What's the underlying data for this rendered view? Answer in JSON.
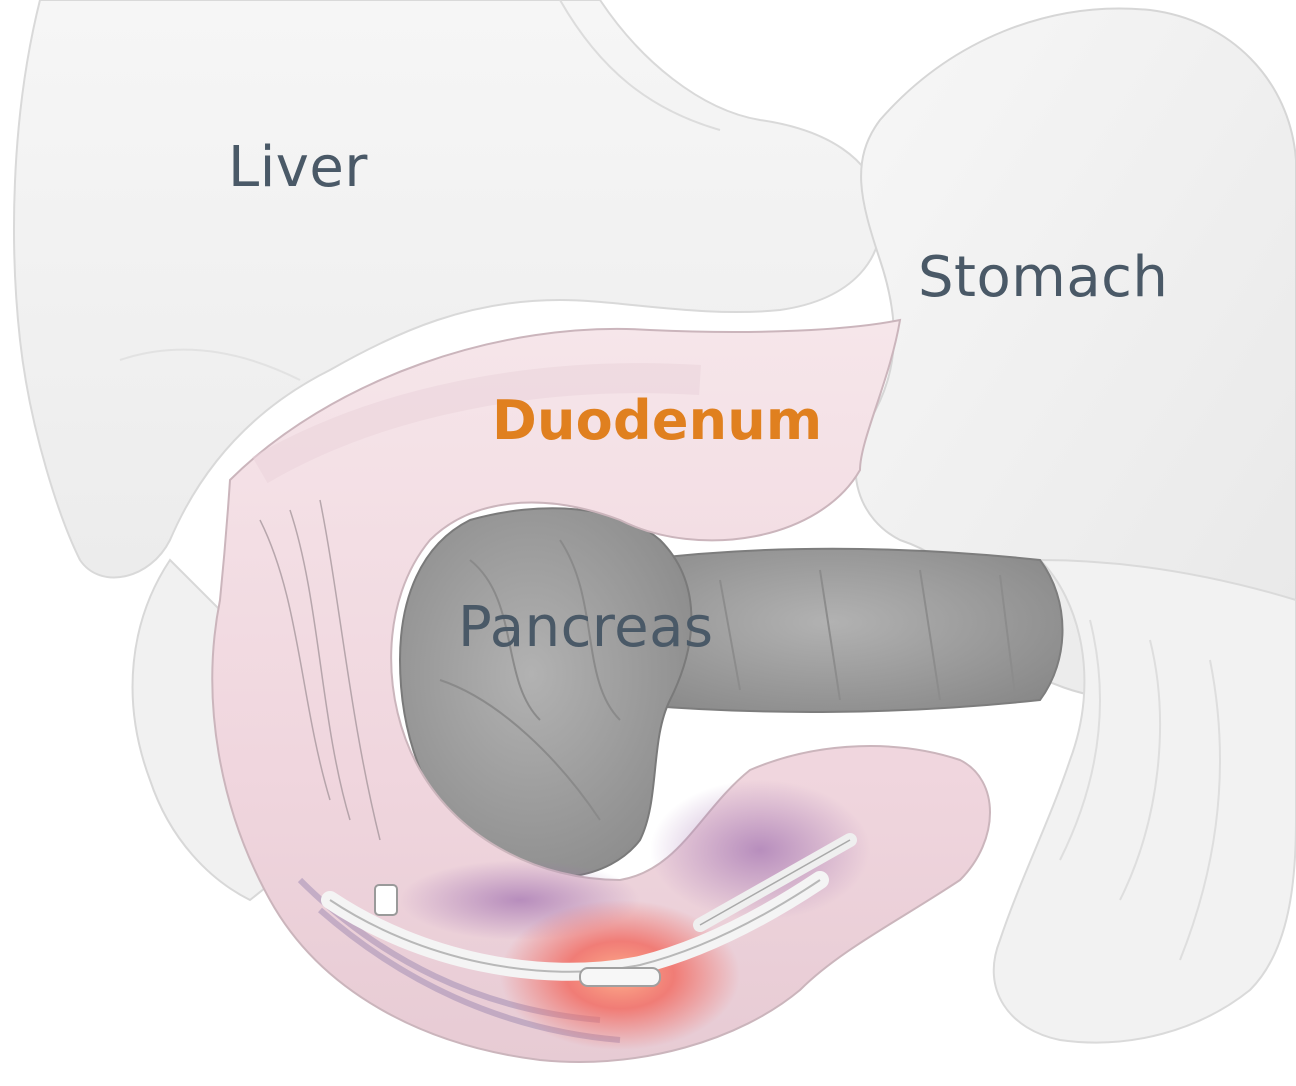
{
  "labels": {
    "liver": "Liver",
    "stomach": "Stomach",
    "duodenum": "Duodenum",
    "pancreas": "Pancreas"
  },
  "colors": {
    "label_text": "#4a5967",
    "highlight": "#e0801f",
    "organ_fill": "#f1f1f1",
    "pancreas_fill": "#9d9d9d",
    "duodenum_tint": "#f3d8de",
    "treatment_glow": "#f0605a"
  },
  "icons": {
    "device": "endoscopic-catheter-icon"
  }
}
